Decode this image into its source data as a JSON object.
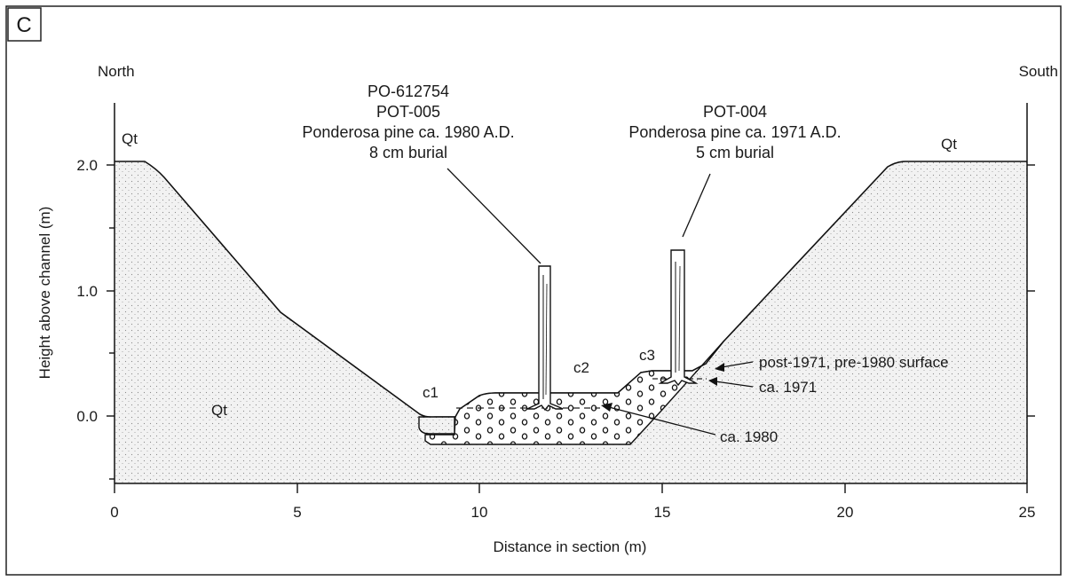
{
  "panel_label": "C",
  "orientation": {
    "left": "North",
    "right": "South"
  },
  "axes": {
    "xlabel": "Distance in section (m)",
    "ylabel": "Height above channel (m)",
    "x_ticks": [
      "0",
      "5",
      "10",
      "15",
      "20",
      "25"
    ],
    "y_ticks": [
      "0.0",
      "1.0",
      "2.0"
    ],
    "xlim": [
      0,
      25
    ],
    "ylim": [
      -0.5,
      2.5
    ]
  },
  "units": {
    "terrace_left_top": "Qt",
    "terrace_right_top": "Qt",
    "terrace_left_lower": "Qt"
  },
  "deposits": {
    "c1": "c1",
    "c2": "c2",
    "c3": "c3"
  },
  "tree_1": {
    "line1": "PO-612754",
    "line2": "POT-005",
    "line3": "Ponderosa pine ca. 1980 A.D.",
    "line4": "8 cm burial"
  },
  "tree_2": {
    "line1": "POT-004",
    "line2": "Ponderosa pine ca. 1971 A.D.",
    "line3": "5 cm burial"
  },
  "surfaces": {
    "post1971": "post-1971, pre-1980 surface",
    "ca1971": "ca. 1971",
    "ca1980": "ca. 1980"
  }
}
